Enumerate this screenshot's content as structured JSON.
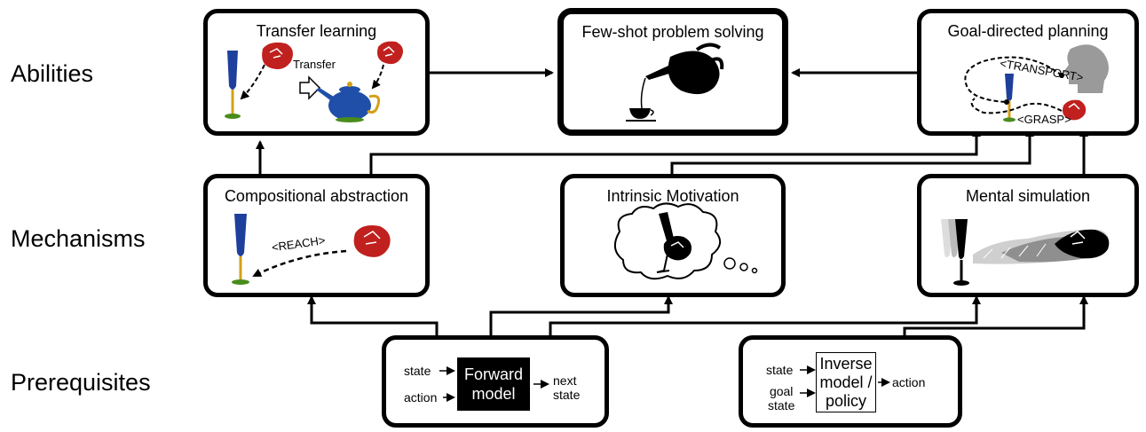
{
  "rows": {
    "abilities": "Abilities",
    "mechanisms": "Mechanisms",
    "prerequisites": "Prerequisites"
  },
  "boxes": {
    "transfer_learning": {
      "title": "Transfer learning",
      "transfer_label": "Transfer"
    },
    "few_shot": {
      "title": "Few-shot problem solving"
    },
    "goal_directed": {
      "title": "Goal-directed planning",
      "transport_label": "<TRANSPORT>",
      "grasp_label": "<GRASP>"
    },
    "compositional": {
      "title": "Compositional abstraction",
      "reach_label": "<REACH>"
    },
    "intrinsic": {
      "title": "Intrinsic Motivation"
    },
    "mental_sim": {
      "title": "Mental simulation"
    },
    "forward_model": {
      "input1": "state",
      "input2": "action",
      "block_line1": "Forward",
      "block_line2": "model",
      "output_line1": "next",
      "output_line2": "state"
    },
    "inverse_model": {
      "input1": "state",
      "input2_line1": "goal",
      "input2_line2": "state",
      "block_line1": "Inverse",
      "block_line2": "model /",
      "block_line3": "policy",
      "output": "action"
    }
  },
  "colors": {
    "glass": "#1f3f9c",
    "glass_stem": "#d4a017",
    "glass_base": "#4a8c1c",
    "hand": "#c0201e",
    "teapot": "#1f4fa8",
    "teapot_accent": "#d4a017",
    "teapot_base": "#4a8c1c",
    "head": "#9a9a9a"
  }
}
